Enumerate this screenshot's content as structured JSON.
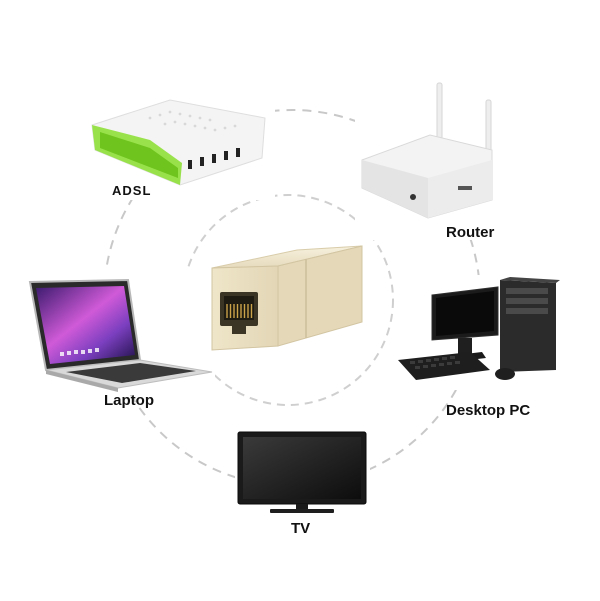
{
  "devices": {
    "adsl": {
      "label": "ADSL"
    },
    "router": {
      "label": "Router"
    },
    "laptop": {
      "label": "Laptop"
    },
    "desktop": {
      "label": "Desktop PC"
    },
    "tv": {
      "label": "TV"
    }
  },
  "colors": {
    "dashed_ring": "#c8c8c8",
    "connector_body": "#eee3c6",
    "adsl_accent": "#8fe03a"
  }
}
